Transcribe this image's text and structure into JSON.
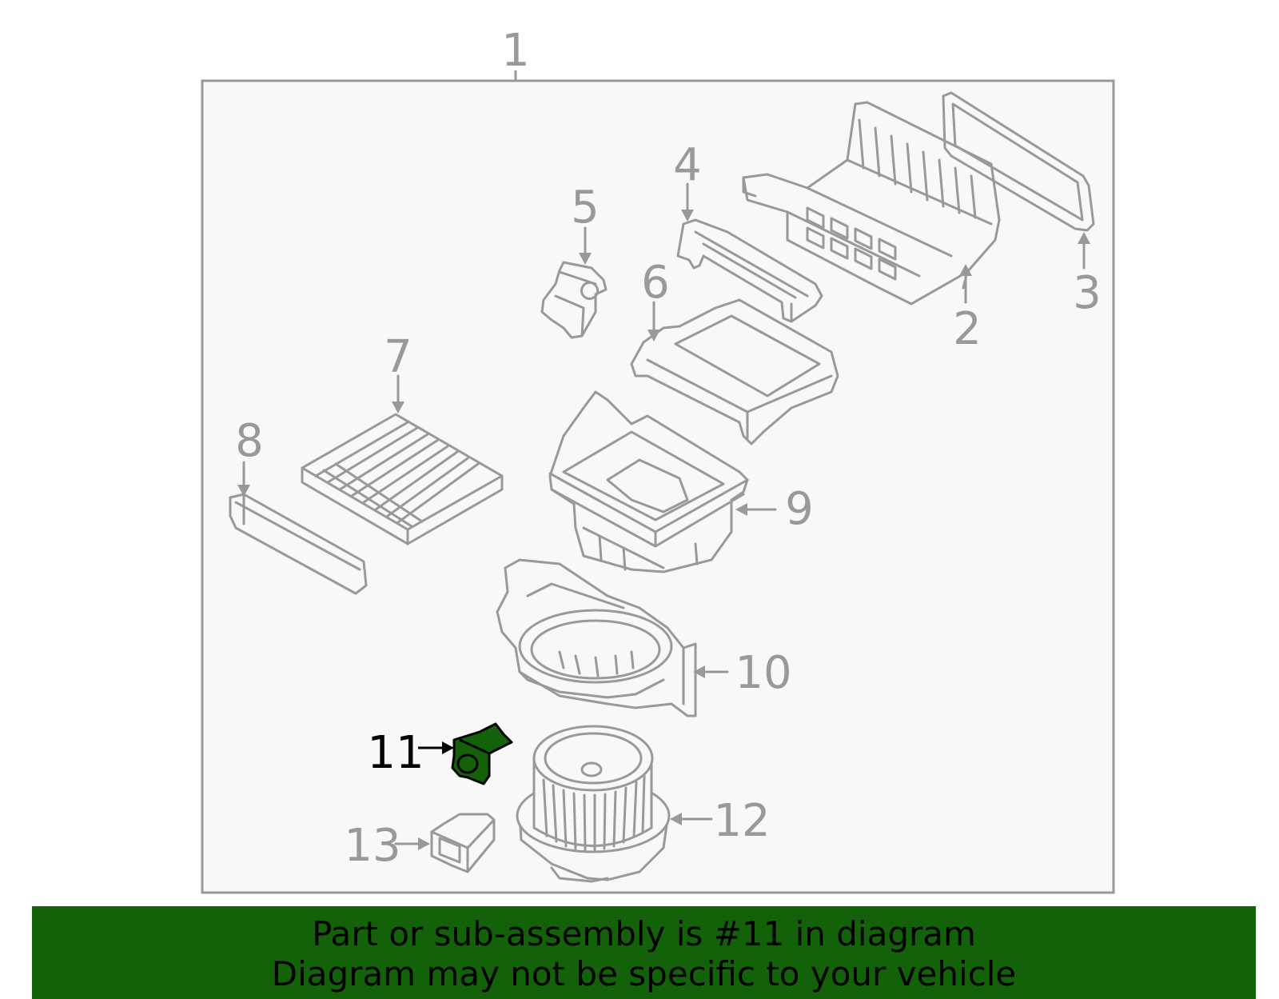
{
  "diagram": {
    "assembly_callout": "1",
    "highlighted_part": "11",
    "colors": {
      "outline": "#999999",
      "panel_background": "#f8f8f8",
      "highlight_fill": "#136109",
      "highlight_label": "#000000"
    },
    "callouts": {
      "c2": "2",
      "c3": "3",
      "c4": "4",
      "c5": "5",
      "c6": "6",
      "c7": "7",
      "c8": "8",
      "c9": "9",
      "c10": "10",
      "c11": "11",
      "c12": "12",
      "c13": "13"
    }
  },
  "banner": {
    "line1": "Part or sub-assembly is #11 in diagram",
    "line2": "Diagram may not be specific to your vehicle",
    "background": "#136109"
  }
}
